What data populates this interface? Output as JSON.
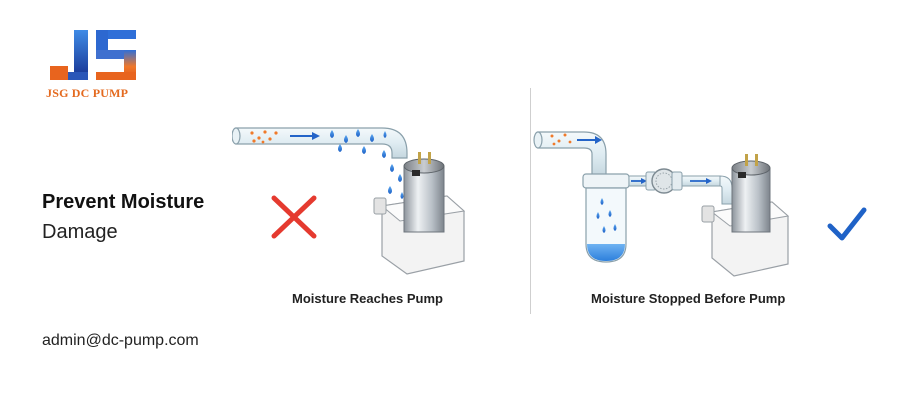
{
  "brand": {
    "name": "JSG DC PUMP",
    "colors": {
      "blue": "#2f5fc4",
      "orange": "#e85d1a"
    }
  },
  "headline": {
    "line1": "Prevent Moisture",
    "line2": "Damage"
  },
  "contact": {
    "email": "admin@dc-pump.com"
  },
  "panels": [
    {
      "caption": "Moisture Reaches Pump",
      "status": "wrong",
      "status_icon": "red-x-icon"
    },
    {
      "caption": "Moisture Stopped Before Pump",
      "status": "correct",
      "status_icon": "blue-check-icon"
    }
  ]
}
